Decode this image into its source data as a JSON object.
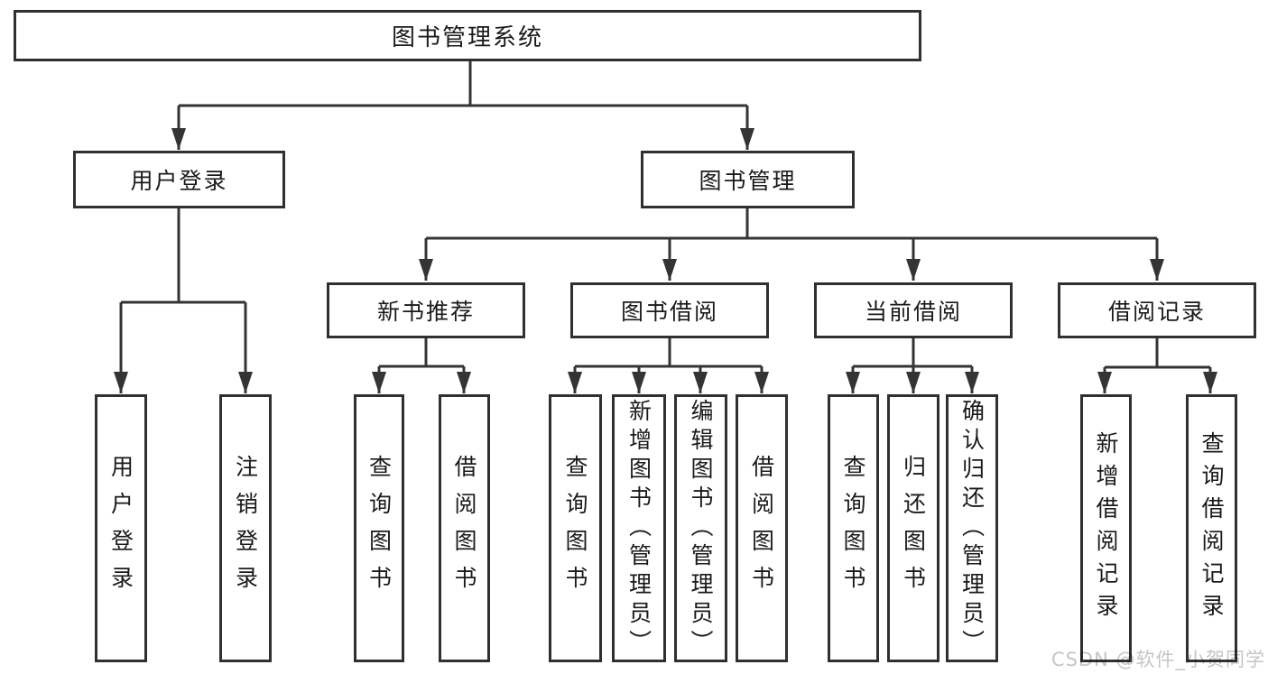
{
  "diagram": {
    "type": "hierarchy-tree",
    "direction": "top-down",
    "colors": {
      "background": "#ffffff",
      "line": "#343434",
      "box_border": "#303030",
      "text": "#1a1a1a",
      "watermark": "#c5c5c5"
    }
  },
  "tree": {
    "label": "图书管理系统",
    "children": [
      {
        "label": "用户登录",
        "children": [
          {
            "label": "用户登录"
          },
          {
            "label": "注销登录"
          }
        ]
      },
      {
        "label": "图书管理",
        "children": [
          {
            "label": "新书推荐",
            "children": [
              {
                "label": "查询图书"
              },
              {
                "label": "借阅图书"
              }
            ]
          },
          {
            "label": "图书借阅",
            "children": [
              {
                "label": "查询图书"
              },
              {
                "label": "新增图书（管理员）"
              },
              {
                "label": "编辑图书（管理员）"
              },
              {
                "label": "借阅图书"
              }
            ]
          },
          {
            "label": "当前借阅",
            "children": [
              {
                "label": "查询图书"
              },
              {
                "label": "归还图书"
              },
              {
                "label": "确认归还（管理员）"
              }
            ]
          },
          {
            "label": "借阅记录",
            "children": [
              {
                "label": "新增借阅记录"
              },
              {
                "label": "查询借阅记录"
              }
            ]
          }
        ]
      }
    ]
  },
  "watermark": {
    "text": "CSDN @软件_小贺同学"
  }
}
